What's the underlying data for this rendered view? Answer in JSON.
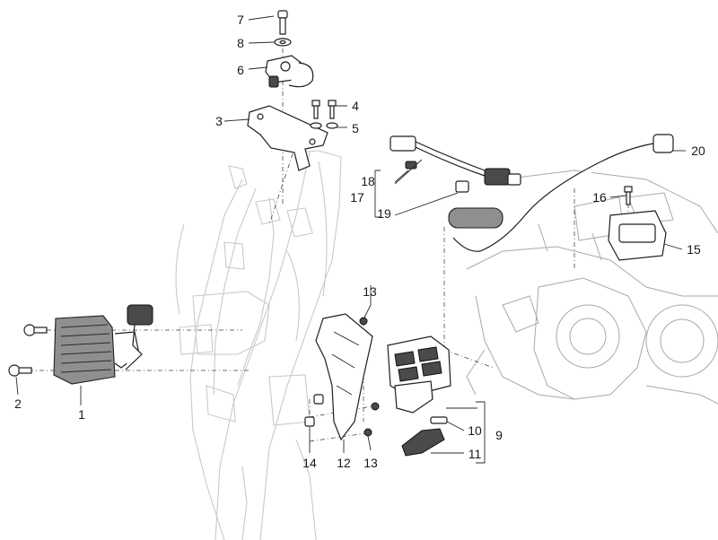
{
  "callouts": {
    "c1": "1",
    "c2": "2",
    "c3": "3",
    "c4": "4",
    "c5": "5",
    "c6": "6",
    "c7": "7",
    "c8": "8",
    "c9": "9",
    "c10": "10",
    "c11": "11",
    "c12": "12",
    "c13a": "13",
    "c13b": "13",
    "c14": "14",
    "c15": "15",
    "c16": "16",
    "c17": "17",
    "c18": "18",
    "c19": "19",
    "c20": "20"
  },
  "colors": {
    "line": "#1e1e1e",
    "frame": "#c9c9c9",
    "background": "#ffffff"
  }
}
